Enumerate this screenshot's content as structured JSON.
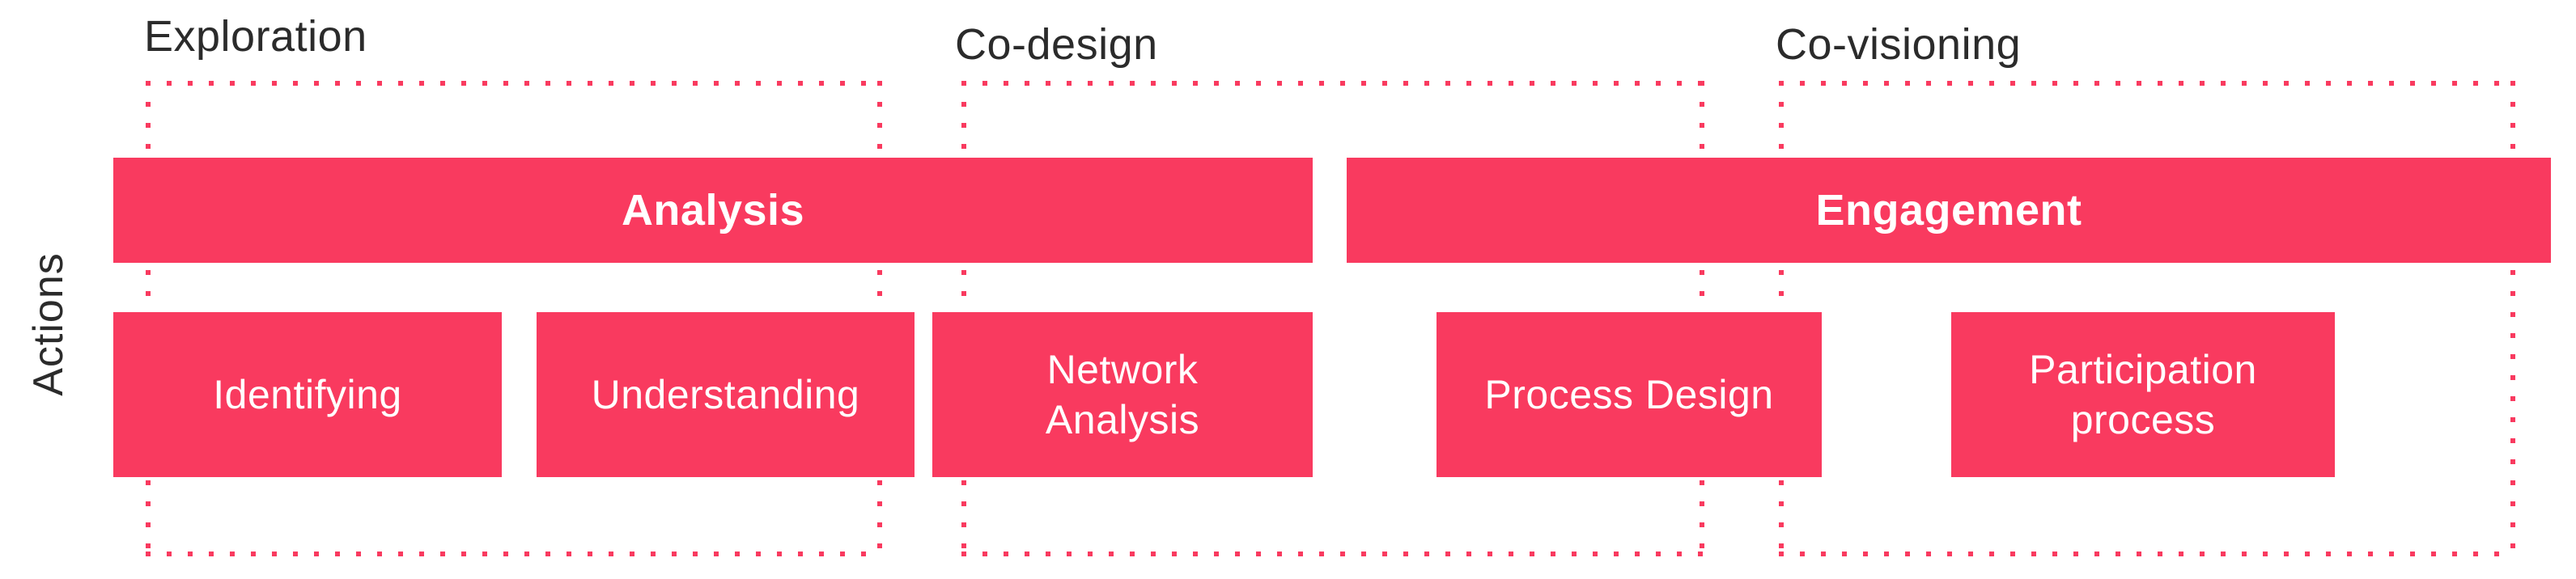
{
  "figure": {
    "axis_label": "Actions",
    "colors": {
      "accent": "#f93a5f",
      "text_dark": "#2b2b2b",
      "text_light": "#ffffff"
    },
    "phases": [
      {
        "label": "Exploration"
      },
      {
        "label": "Co-design"
      },
      {
        "label": "Co-visioning"
      }
    ],
    "bars": [
      {
        "label": "Analysis"
      },
      {
        "label": "Engagement"
      }
    ],
    "action_boxes": [
      {
        "label": "Identifying"
      },
      {
        "label": "Understanding"
      },
      {
        "label": "Network Analysis"
      },
      {
        "label": "Process Design"
      },
      {
        "label": "Participation process"
      }
    ]
  }
}
